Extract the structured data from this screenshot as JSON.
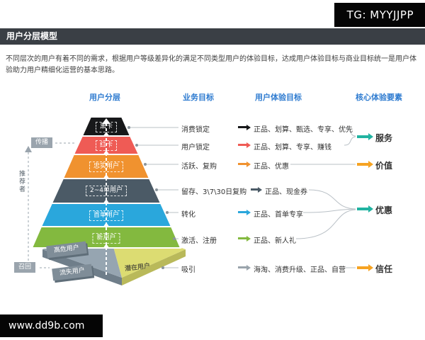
{
  "badges": {
    "tg": "TG: MYYJJPP",
    "site": "www.dd9b.com"
  },
  "header": {
    "title": "用户分层模型"
  },
  "intro": "不同层次的用户有着不同的需求，根据用户等级差异化的满足不同类型用户的体验目标，达成用户体验目标与商业目标统一是用户体验助力用户精细化运营的基本思路。",
  "columns": {
    "layers": "用户分层",
    "business": "业务目标",
    "ux": "用户体验目标",
    "core": "核心体验要素"
  },
  "side": {
    "spread": "传播",
    "recommender": "推荐者",
    "recall": "召回"
  },
  "pyramid": {
    "layers": [
      {
        "label": "黑卡",
        "color": "#17181a"
      },
      {
        "label": "红卡",
        "color": "#ef5b55"
      },
      {
        "label": "忠实用户",
        "color": "#f0922f"
      },
      {
        "label": "2~4单用户",
        "color": "#4b5a66"
      },
      {
        "label": "首单用户",
        "color": "#2aa7dc"
      },
      {
        "label": "新用户",
        "color": "#83b93f"
      }
    ],
    "base": {
      "risk_box": "高危用户",
      "churn_box": "流失用户",
      "potential": "潜在用户",
      "left_color": "#96a5b1",
      "left_edge_color": "#6f7e8a",
      "right_color": "#dcdc72",
      "right_edge_color": "#b9b95a"
    }
  },
  "rows": [
    {
      "business": "消费锁定",
      "ux": "正品、划算、甄选、专享、优先",
      "arrow_color": "#17181a"
    },
    {
      "business": "用户锁定",
      "ux": "正品、划算、专享、赚钱",
      "arrow_color": "#ef5b55"
    },
    {
      "business": "活跃、复购",
      "ux": "正品、优惠",
      "arrow_color": "#f0922f"
    },
    {
      "business": "留存、3\\7\\30日复购",
      "ux": "正品、现金券",
      "arrow_color": "#4b5a66"
    },
    {
      "business": "转化",
      "ux": "正品、首单专享",
      "arrow_color": "#2aa7dc"
    },
    {
      "business": "激活、注册",
      "ux": "正品、新人礼",
      "arrow_color": "#83b93f"
    },
    {
      "business": "吸引",
      "ux": "海淘、消费升级、正品、自营",
      "arrow_color": "#9aa4ac"
    }
  ],
  "core": [
    {
      "label": "服务",
      "color": "#21b3a1"
    },
    {
      "label": "价值",
      "color": "#f6a322"
    },
    {
      "label": "优惠",
      "color": "#21b3a1"
    },
    {
      "label": "信任",
      "color": "#f6a322"
    }
  ]
}
